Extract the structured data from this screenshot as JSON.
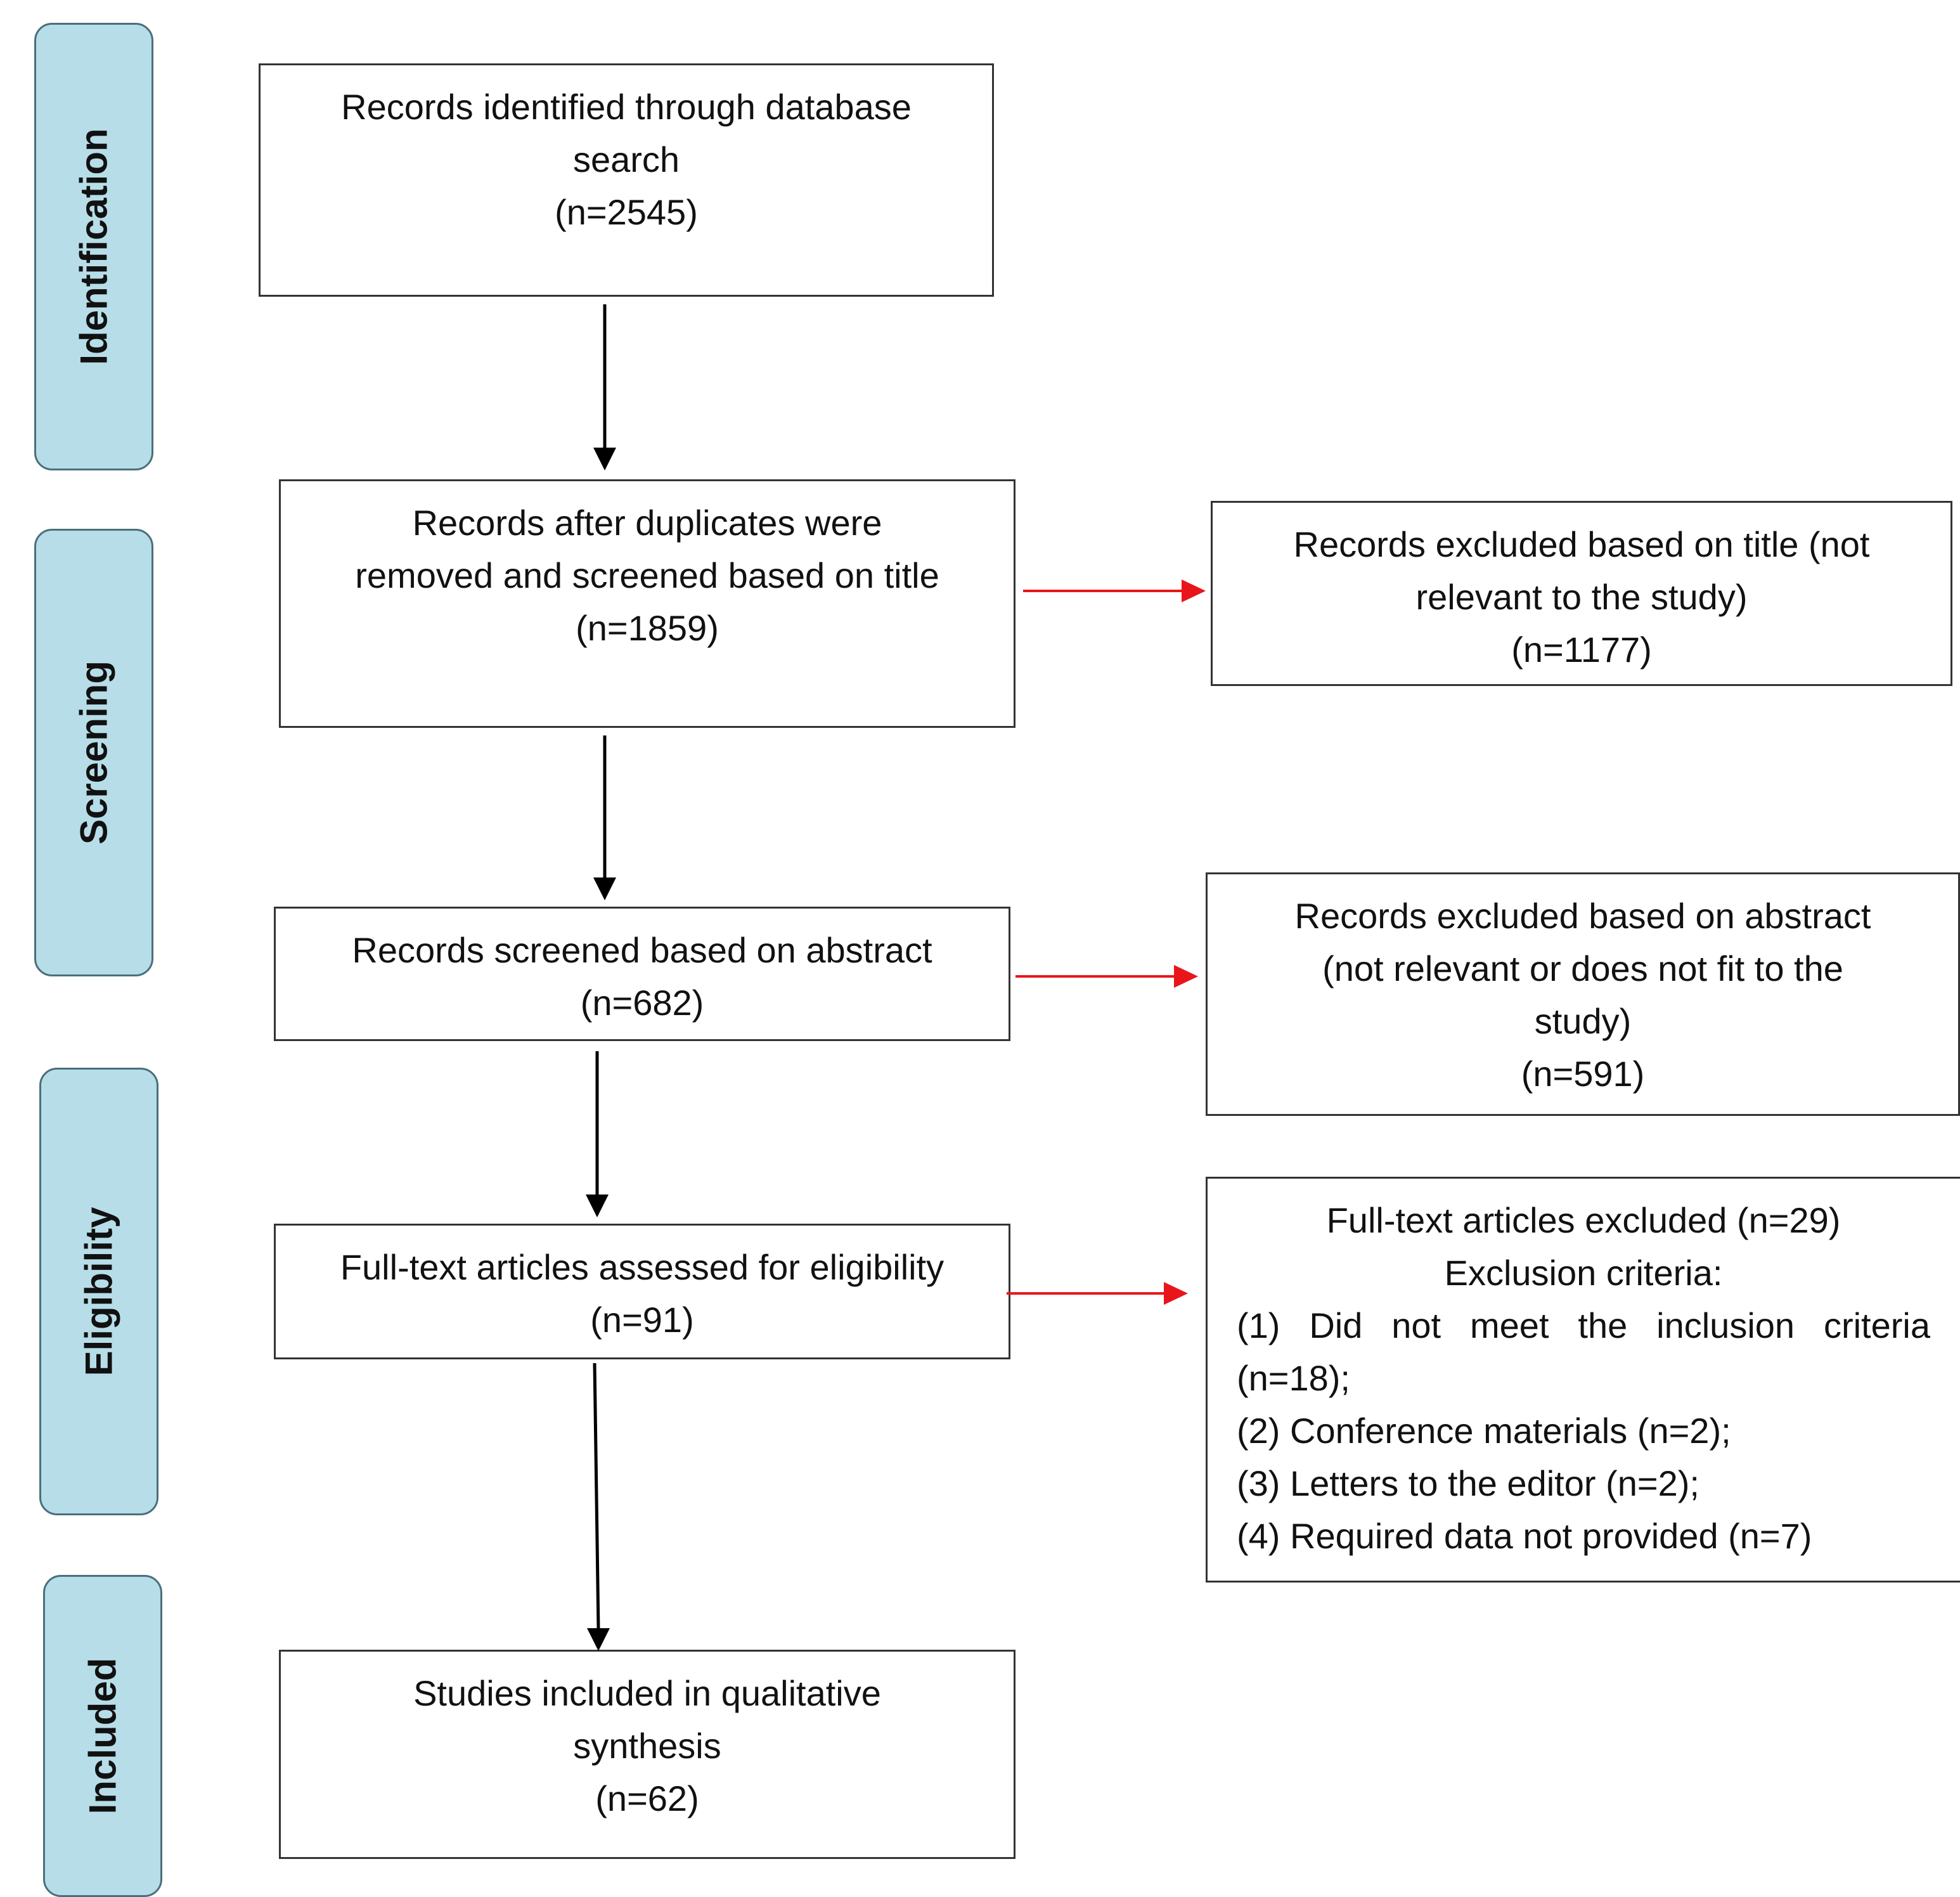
{
  "phases": {
    "identification": "Identification",
    "screening": "Screening",
    "eligibility": "Eligibility",
    "included": "Included"
  },
  "boxes": {
    "identified": [
      "Records identified through database",
      "search",
      "(n=2545)"
    ],
    "after_duplicates": [
      "Records after duplicates were",
      "removed and screened based on title",
      "(n=1859)"
    ],
    "excluded_title": [
      "Records excluded based on title (not",
      "relevant to the study)",
      "(n=1177)"
    ],
    "screened_abstract": [
      "Records screened based on abstract",
      "(n=682)"
    ],
    "excluded_abstract": [
      "Records excluded based on abstract",
      "(not relevant or does not fit to the",
      "study)",
      "(n=591)"
    ],
    "fulltext_assessed": [
      "Full-text articles assessed for eligibility",
      "(n=91)"
    ],
    "fulltext_excluded": [
      "Full-text articles excluded (n=29)",
      "Exclusion criteria:",
      "(1) Did not meet the inclusion criteria",
      "(n=18);",
      "(2) Conference materials (n=2);",
      "(3) Letters to the editor (n=2);",
      "(4) Required data not provided (n=7)"
    ],
    "included_synthesis": [
      "Studies included in qualitative",
      "synthesis",
      "(n=62)"
    ]
  },
  "colors": {
    "phase_fill": "#b7dde8",
    "main_arrow": "#000000",
    "exclusion_arrow": "#e8161b"
  }
}
